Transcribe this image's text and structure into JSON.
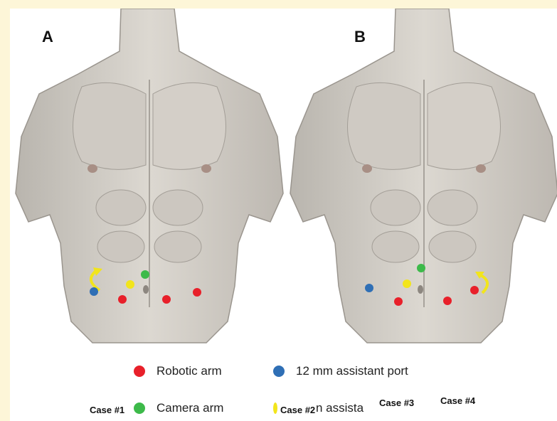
{
  "panels": [
    {
      "label": "A"
    },
    {
      "label": "B"
    }
  ],
  "port_colors": {
    "robotic_arm": "#e8202a",
    "camera_arm": "#3dba4a",
    "assistant_12mm": "#2f6fb5",
    "assistant_small": "#f2e51c",
    "arrow": "#f2e51c"
  },
  "legend": {
    "robotic_arm": "Robotic arm",
    "camera_arm": "Camera arm",
    "assistant_12mm": "12 mm assistant port",
    "assistant_small_partial": "n assista"
  },
  "cases": [
    "Case #1",
    "Case #2",
    "Case #3",
    "Case #4"
  ],
  "icons": {
    "rotate_arrow": "curved-arrow-icon"
  }
}
